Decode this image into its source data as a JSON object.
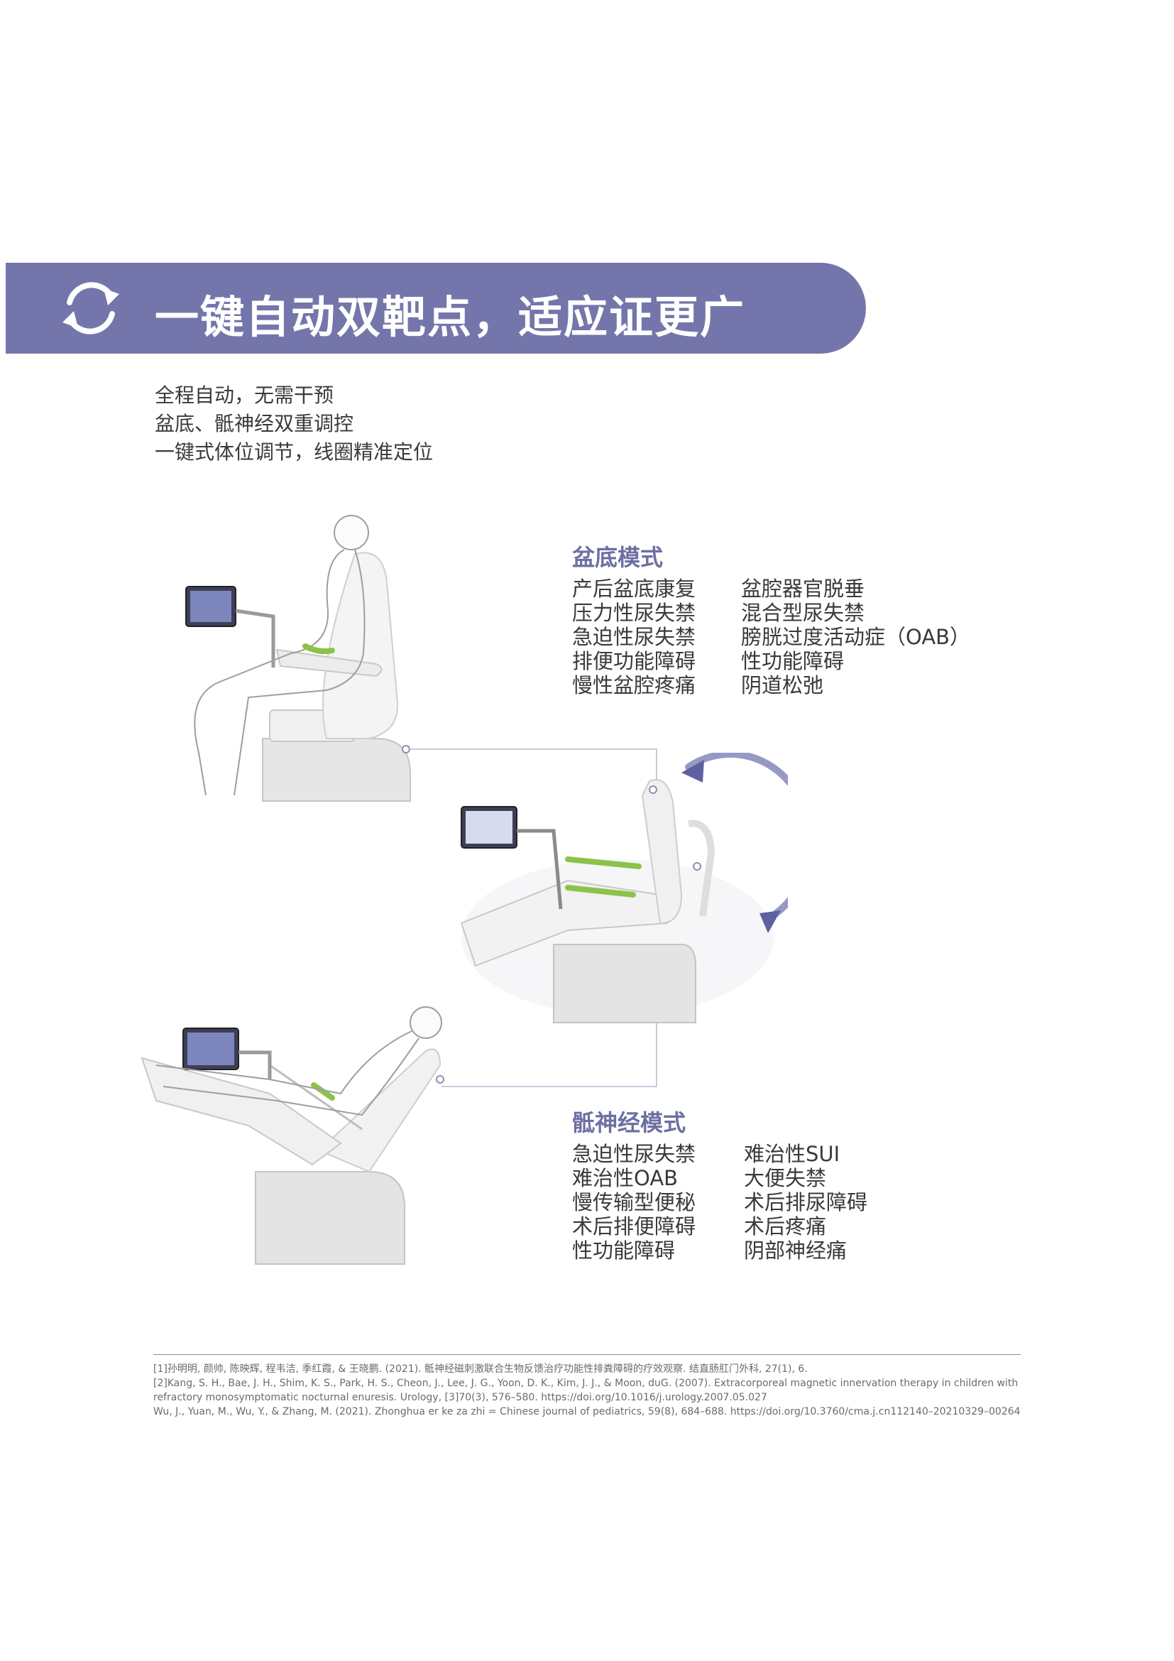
{
  "banner": {
    "title": "一键自动双靶点，适应证更广",
    "icon": "refresh-cycle-icon",
    "color": "#7476ab"
  },
  "features": [
    "全程自动，无需干预",
    "盆底、骶神经双重调控",
    "一键式体位调节，线圈精准定位"
  ],
  "pelvic_mode": {
    "title": "盆底模式",
    "col1": [
      "产后盆底康复",
      "压力性尿失禁",
      "急迫性尿失禁",
      "排便功能障碍",
      "慢性盆腔疼痛"
    ],
    "col2": [
      "盆腔器官脱垂",
      "混合型尿失禁",
      "膀胱过度活动症（OAB）",
      "性功能障碍",
      "阴道松弛"
    ]
  },
  "sacral_mode": {
    "title": "骶神经模式",
    "col1": [
      "急迫性尿失禁",
      "难治性OAB",
      "慢传输型便秘",
      "术后排便障碍",
      "性功能障碍"
    ],
    "col2": [
      "难治性SUI",
      "大便失禁",
      "术后排尿障碍",
      "术后疼痛",
      "阴部神经痛"
    ]
  },
  "accent_color": "#6d6fa3",
  "highlight_color": "#8bc34a",
  "references": [
    "[1]孙明明, 颜帅, 陈映辉, 程韦洁, 季红霞, & 王晓鹏. (2021). 骶神经磁刺激联合生物反馈治疗功能性排粪障碍的疗效观察. 结直肠肛门外科, 27(1), 6.",
    "[2]Kang, S. H., Bae, J. H., Shim, K. S., Park, H. S., Cheon, J., Lee, J. G., Yoon, D. K., Kim, J. J., & Moon, duG. (2007). Extracorporeal magnetic innervation therapy in children with",
    "refractory monosymptomatic nocturnal enuresis. Urology, [3]70(3), 576–580. https://doi.org/10.1016/j.urology.2007.05.027",
    "Wu, J., Yuan, M., Wu, Y., & Zhang, M. (2021). Zhonghua er ke za zhi = Chinese journal of pediatrics, 59(8), 684–688. https://doi.org/10.3760/cma.j.cn112140–20210329–00264"
  ]
}
